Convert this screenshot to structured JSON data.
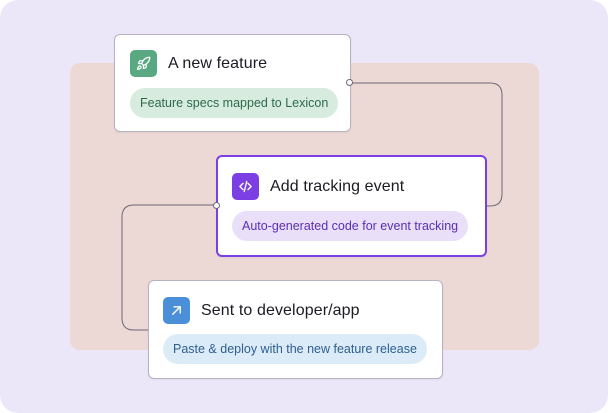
{
  "colors": {
    "canvas_bg": "#ece7f8",
    "backplate": "#ecd8d4",
    "connector": "#6d6878",
    "active_border": "#7b3fe4"
  },
  "cards": [
    {
      "title": "A new feature",
      "pill": "Feature specs mapped to Lexicon",
      "icon": "rocket-icon",
      "icon_bg": "#5aa882",
      "pill_bg": "#d7ecdf",
      "pill_color": "#2f6a4b"
    },
    {
      "title": "Add tracking event",
      "pill": "Auto-generated code for event tracking",
      "icon": "code-icon",
      "icon_bg": "#7b3fe4",
      "pill_bg": "#eadff9",
      "pill_color": "#5b2fb4",
      "active": true
    },
    {
      "title": "Sent to developer/app",
      "pill": "Paste & deploy with the new feature release",
      "icon": "arrow-up-right-icon",
      "icon_bg": "#4a8fd8",
      "pill_bg": "#dcebf8",
      "pill_color": "#2e5f8f"
    }
  ]
}
